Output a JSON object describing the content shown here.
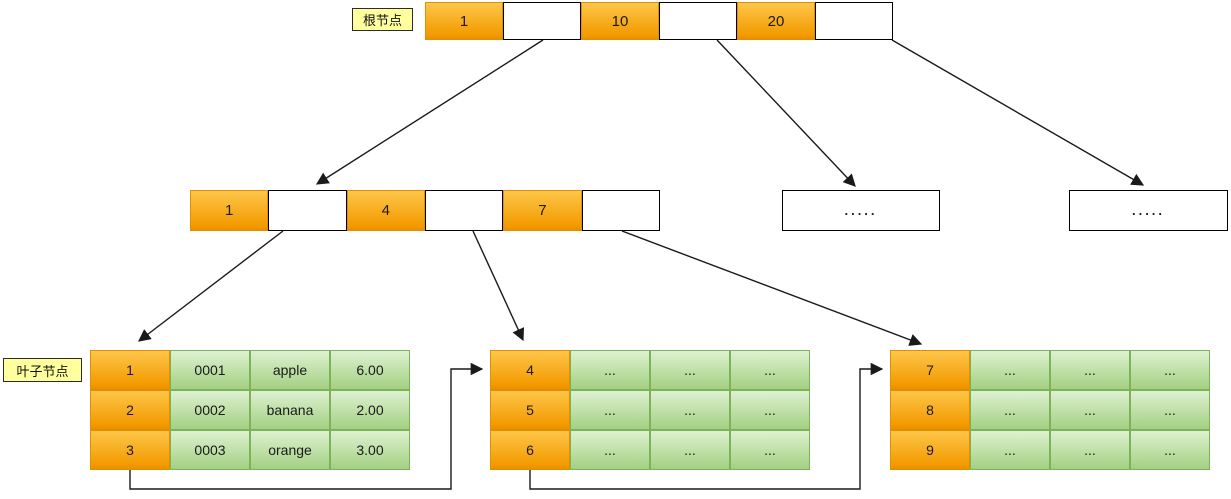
{
  "labels": {
    "root": "根节点",
    "leaf": "叶子节点"
  },
  "root_node": {
    "cells": [
      "1",
      "",
      "10",
      "",
      "20",
      ""
    ]
  },
  "internal_node": {
    "cells": [
      "1",
      "",
      "4",
      "",
      "7",
      ""
    ]
  },
  "ellipsis_nodes": [
    {
      "text": "....."
    },
    {
      "text": "....."
    }
  ],
  "leaf_tables": [
    {
      "rows": [
        [
          "1",
          "0001",
          "apple",
          "6.00"
        ],
        [
          "2",
          "0002",
          "banana",
          "2.00"
        ],
        [
          "3",
          "0003",
          "orange",
          "3.00"
        ]
      ]
    },
    {
      "rows": [
        [
          "4",
          "...",
          "...",
          "..."
        ],
        [
          "5",
          "...",
          "...",
          "..."
        ],
        [
          "6",
          "...",
          "...",
          "..."
        ]
      ]
    },
    {
      "rows": [
        [
          "7",
          "...",
          "...",
          "..."
        ],
        [
          "8",
          "...",
          "...",
          "..."
        ],
        [
          "9",
          "...",
          "...",
          "..."
        ]
      ]
    }
  ],
  "colors": {
    "orange_top": "#fdc64a",
    "orange_bottom": "#f39b00",
    "orange_border": "#e18f00",
    "green_top": "#def1d1",
    "green_bottom": "#a3d082",
    "green_border": "#7eb25a",
    "label_bg": "#ffff9d",
    "node_border": "#000000",
    "arrow": "#1a1a1a"
  }
}
